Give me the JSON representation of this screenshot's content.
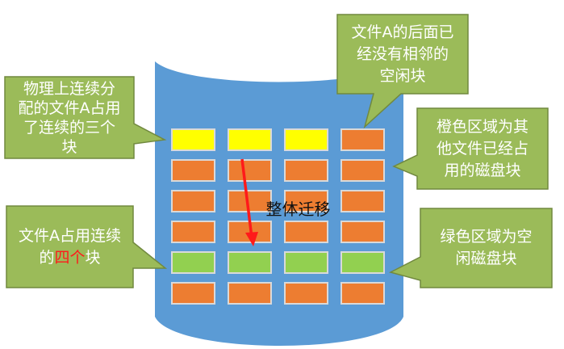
{
  "diagram": {
    "migration_label": "整体迁移",
    "callouts": {
      "top_right": {
        "lines": [
          "文件A的后面已",
          "经没有相邻的",
          "空闲块"
        ]
      },
      "top_left": {
        "lines": [
          "物理上连续分",
          "配的文件A占用",
          "了连续的三个",
          "块"
        ]
      },
      "right_upper": {
        "lines": [
          "橙色区域为其",
          "他文件已经占",
          "用的磁盘块"
        ]
      },
      "left_lower": {
        "line1": "文件A占用连续",
        "line2_prefix": "的",
        "line2_highlight": "四个",
        "line2_suffix": "块"
      },
      "right_lower": {
        "lines": [
          "绿色区域为空",
          "闲磁盘块"
        ]
      }
    },
    "grid": {
      "rows": [
        [
          "yellow",
          "yellow",
          "yellow",
          "orange"
        ],
        [
          "orange",
          "orange",
          "orange",
          "orange"
        ],
        [
          "orange",
          "orange",
          "orange",
          "orange"
        ],
        [
          "orange",
          "orange",
          "orange",
          "orange"
        ],
        [
          "green",
          "green",
          "green",
          "green"
        ],
        [
          "orange",
          "orange",
          "orange",
          "orange"
        ]
      ]
    },
    "colors": {
      "disk": "#5b9bd5",
      "callout_fill": "#9bbb59",
      "callout_stroke": "#71893f",
      "yellow": "#ffff00",
      "orange": "#ed7d31",
      "green": "#92d050",
      "arrow": "#ff1a1a"
    }
  }
}
